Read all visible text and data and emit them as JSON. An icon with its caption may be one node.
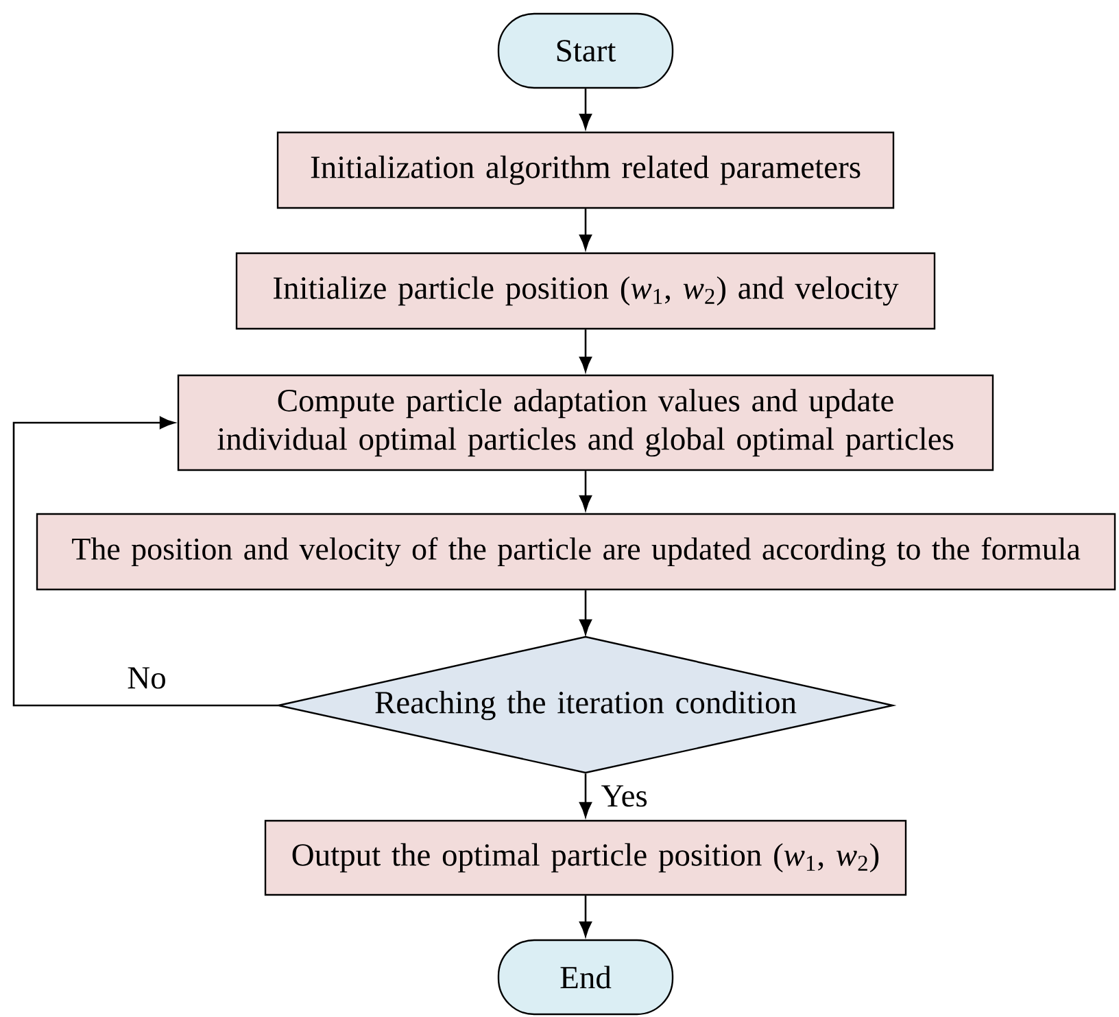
{
  "diagram": {
    "nodes": [
      {
        "text": [
          "Start"
        ]
      },
      {
        "text": [
          "Initialization algorithm related parameters"
        ]
      },
      {
        "text": [
          "Initialize particle position (*w*$_{1}$, *w*$_{2}$) and velocity"
        ]
      },
      {
        "text": [
          "Compute particle adaptation values and update individual optimal particles and global optimal particles"
        ]
      },
      {
        "text": [
          "The position and velocity of the particle are updated according to the formula"
        ]
      },
      {
        "text": [
          "Reaching the iteration condition"
        ]
      },
      {
        "text": [
          "Output the optimal particle position (*w*$_{1}$, *w*$_{2}$)"
        ]
      },
      {
        "text": [
          "End"
        ]
      }
    ],
    "edges": [
      {
        "from": 0,
        "to": 1,
        "arrow": "to"
      },
      {
        "from": 1,
        "to": 2,
        "arrow": "to"
      },
      {
        "from": 2,
        "to": 3,
        "arrow": "to"
      },
      {
        "from": 3,
        "to": 4,
        "arrow": "to"
      },
      {
        "from": 4,
        "to": 5,
        "arrow": "to"
      },
      {
        "from": 5,
        "to": 3,
        "arrow": "to",
        "label": "No"
      },
      {
        "from": 5,
        "to": 6,
        "arrow": "to",
        "label": "Yes"
      },
      {
        "from": 6,
        "to": 7,
        "arrow": "to"
      }
    ]
  }
}
